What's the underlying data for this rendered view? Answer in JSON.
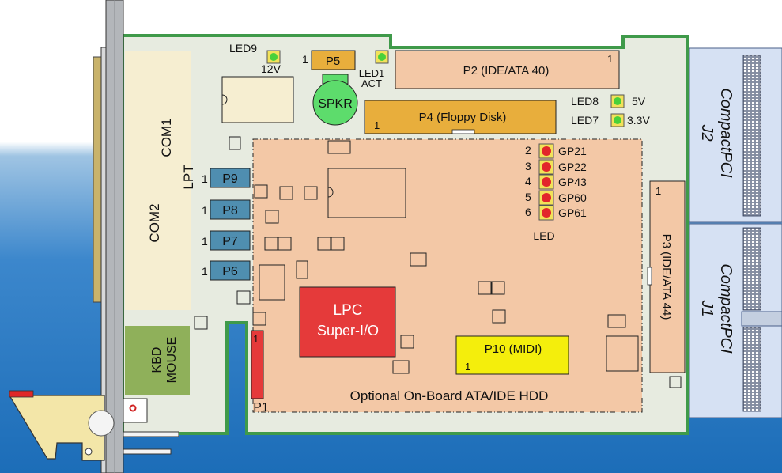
{
  "colors": {
    "board": "#e7ebe0",
    "board_edge": "#3f9a4a",
    "connector": "#f3c8a6",
    "floppy": "#e8ae3c",
    "header_blue": "#4f8eb0",
    "com_area": "#f6eed1",
    "kbd": "#8fb05a",
    "led_green": "#49d13a",
    "led_red": "#e2262b",
    "superio": "#e53a3a",
    "midi": "#f4ee0c",
    "cpci": "#d6e1f3",
    "speaker": "#5ddc6c",
    "background_top": "#ffffff",
    "background_bottom": "#1f72bd"
  },
  "labels": {
    "led9": "LED9",
    "v12": "12V",
    "pin1_p5": "1",
    "p5": "P5",
    "led1": "LED1",
    "act": "ACT",
    "p2": "P2 (IDE/ATA 40)",
    "p2_pin": "1",
    "spkr": "SPKR",
    "p4": "P4 (Floppy Disk)",
    "p4_pin": "1",
    "led8": "LED8",
    "v5": "5V",
    "led7": "LED7",
    "v33": "3.3V",
    "com1": "COM1",
    "lpt": "LPT",
    "com2": "COM2",
    "kbd": "KBD",
    "mouse": "MOUSE",
    "headers": [
      {
        "pin": "1",
        "name": "P9"
      },
      {
        "pin": "1",
        "name": "P8"
      },
      {
        "pin": "1",
        "name": "P7"
      },
      {
        "pin": "1",
        "name": "P6"
      }
    ],
    "gp_leds": [
      {
        "num": "2",
        "name": "GP21"
      },
      {
        "num": "3",
        "name": "GP22"
      },
      {
        "num": "4",
        "name": "GP43"
      },
      {
        "num": "5",
        "name": "GP60"
      },
      {
        "num": "6",
        "name": "GP61"
      }
    ],
    "led": "LED",
    "lpc": "LPC",
    "superio": "Super-I/O",
    "p10": "P10 (MIDI)",
    "p10_pin": "1",
    "p3": "P3 (IDE/ATA 44)",
    "p3_pin": "1",
    "p1": "P1",
    "p1_pin": "1",
    "hdd": "Optional  On-Board ATA/IDE HDD",
    "j2_a": "CompactPCI",
    "j2_b": "J2",
    "j1_a": "CompactPCI",
    "j1_b": "J1"
  }
}
